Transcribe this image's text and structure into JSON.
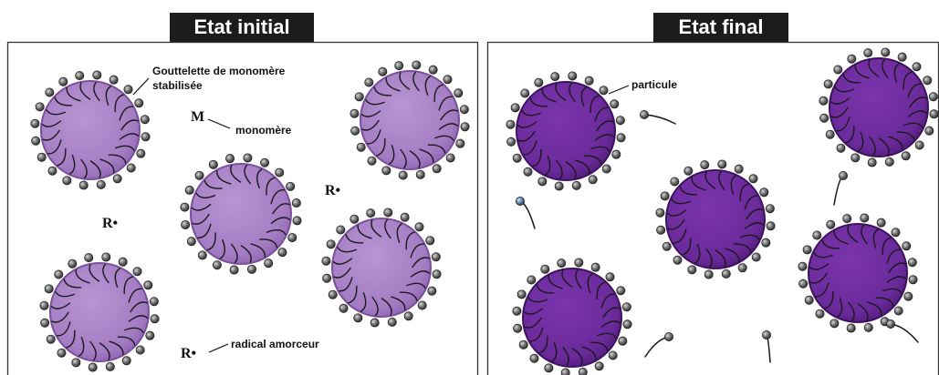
{
  "panels": {
    "initial": {
      "title": "Etat initial"
    },
    "final": {
      "title": "Etat final"
    }
  },
  "labels": {
    "droplet_line1": "Gouttelette de monomère",
    "droplet_line2": "stabilisée",
    "monomer_symbol": "M",
    "monomer": "monomère",
    "radical_symbol": "R•",
    "initiator": "radical amorceur",
    "particle": "particule"
  },
  "colors": {
    "droplet_fill": "#a57cc4",
    "droplet_edge": "#7a4f9c",
    "particle_fill": "#6a2a9a",
    "particle_edge": "#3e1260",
    "surfactant_head": "#5a5a5a",
    "frame": "#333333"
  },
  "icons": {
    "surfactant": "surfactant-molecule-icon",
    "droplet": "monomer-droplet-icon",
    "particle": "polymer-particle-icon"
  }
}
